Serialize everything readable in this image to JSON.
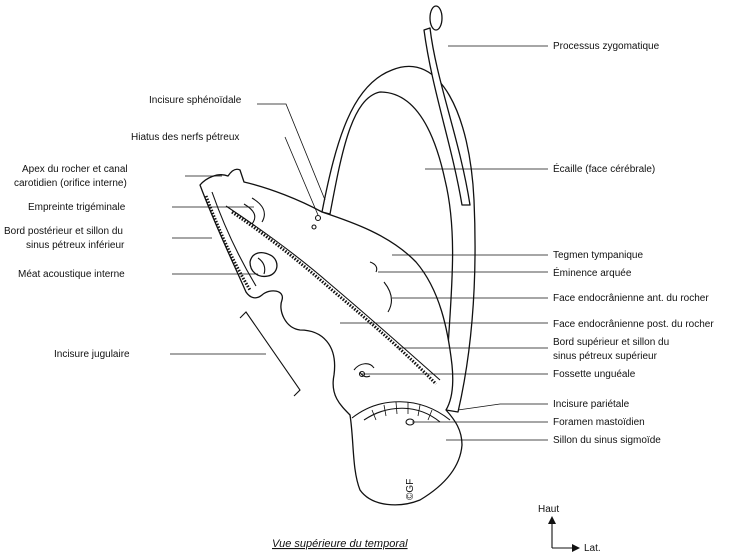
{
  "labels": {
    "processus_zygomatique": "Processus zygomatique",
    "incisure_sphenoidale": "Incisure sphénoïdale",
    "hiatus_nerfs_petreux": "Hiatus des nerfs pétreux",
    "apex_line1": "Apex du rocher et canal",
    "apex_line2": "carotidien (orifice interne)",
    "ecaille": "Écaille (face cérébrale)",
    "empreinte_trigeminale": "Empreinte trigéminale",
    "bord_post_line1": "Bord  postérieur et sillon du",
    "bord_post_line2": "sinus pétreux inférieur",
    "tegmen_tympanique": "Tegmen tympanique",
    "meat_acoustique": "Méat acoustique interne",
    "eminence_arquee": "Éminence arquée",
    "face_ant": "Face endocrânienne ant. du rocher",
    "face_post": "Face endocrânienne post. du rocher",
    "bord_sup_line1": "Bord supérieur et sillon du",
    "bord_sup_line2": "sinus pétreux supérieur",
    "incisure_jugulaire": "Incisure jugulaire",
    "fossette_ungueale": "Fossette unguéale",
    "incisure_parietale": "Incisure pariétale",
    "foramen_mastoidien": "Foramen mastoïdien",
    "sillon_sinus_sigmoide": "Sillon du sinus sigmoïde"
  },
  "orientation": {
    "up": "Haut",
    "lateral": "Lat."
  },
  "caption": "Vue supérieure du temporal",
  "credit": "©GF"
}
